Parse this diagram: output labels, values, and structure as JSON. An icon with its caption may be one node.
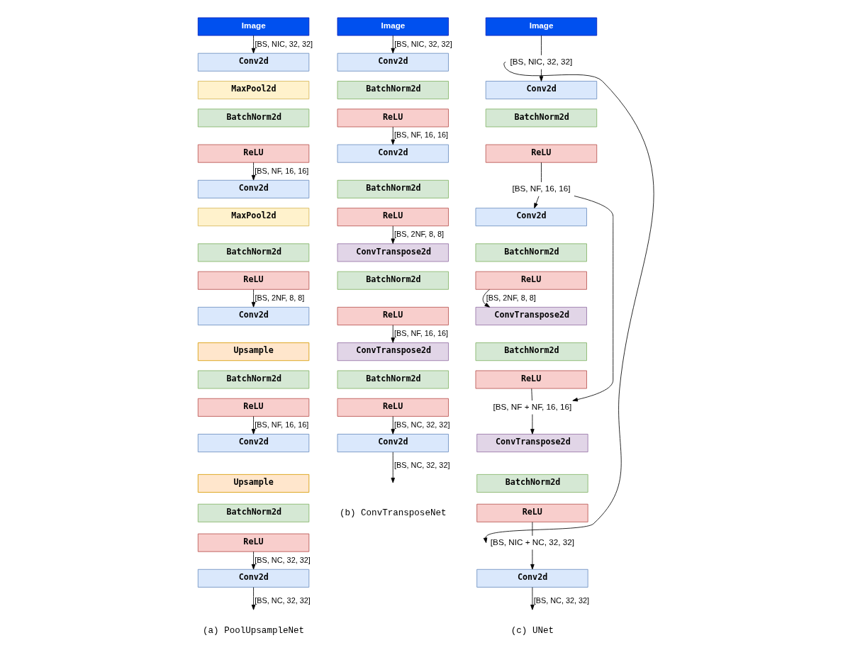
{
  "diagram": {
    "nodes": [
      {
        "text": [
          "Image"
        ]
      },
      {
        "text": [
          "Conv2d"
        ]
      },
      {
        "text": [
          "MaxPool2d"
        ]
      },
      {
        "text": [
          "BatchNorm2d"
        ]
      },
      {
        "text": [
          "ReLU"
        ]
      },
      {
        "text": [
          "Conv2d"
        ]
      },
      {
        "text": [
          "MaxPool2d"
        ]
      },
      {
        "text": [
          "BatchNorm2d"
        ]
      },
      {
        "text": [
          "ReLU"
        ]
      },
      {
        "text": [
          "Conv2d"
        ]
      },
      {
        "text": [
          "Upsample"
        ]
      },
      {
        "text": [
          "BatchNorm2d"
        ]
      },
      {
        "text": [
          "ReLU"
        ]
      },
      {
        "text": [
          "Conv2d"
        ]
      },
      {
        "text": [
          "Upsample"
        ]
      },
      {
        "text": [
          "BatchNorm2d"
        ]
      },
      {
        "text": [
          "ReLU"
        ]
      },
      {
        "text": [
          "Conv2d"
        ]
      },
      {
        "text": [
          "Image"
        ]
      },
      {
        "text": [
          "Conv2d"
        ]
      },
      {
        "text": [
          "BatchNorm2d"
        ]
      },
      {
        "text": [
          "ReLU"
        ]
      },
      {
        "text": [
          "Conv2d"
        ]
      },
      {
        "text": [
          "BatchNorm2d"
        ]
      },
      {
        "text": [
          "ReLU"
        ]
      },
      {
        "text": [
          "ConvTranspose2d"
        ]
      },
      {
        "text": [
          "BatchNorm2d"
        ]
      },
      {
        "text": [
          "ReLU"
        ]
      },
      {
        "text": [
          "ConvTranspose2d"
        ]
      },
      {
        "text": [
          "BatchNorm2d"
        ]
      },
      {
        "text": [
          "ReLU"
        ]
      },
      {
        "text": [
          "Conv2d"
        ]
      },
      {
        "text": [
          "Image"
        ]
      },
      {
        "text": [
          "[BS, NIC, 32, 32]"
        ]
      },
      {
        "text": [
          "Conv2d"
        ]
      },
      {
        "text": [
          "BatchNorm2d"
        ]
      },
      {
        "text": [
          "ReLU"
        ]
      },
      {
        "text": [
          "[BS, NF, 16, 16]"
        ]
      },
      {
        "text": [
          "Conv2d"
        ]
      },
      {
        "text": [
          "BatchNorm2d"
        ]
      },
      {
        "text": [
          "ReLU"
        ]
      },
      {
        "text": [
          "ConvTranspose2d"
        ]
      },
      {
        "text": [
          "BatchNorm2d"
        ]
      },
      {
        "text": [
          "ReLU"
        ]
      },
      {
        "text": [
          "[BS, NF + NF, 16, 16]"
        ]
      },
      {
        "text": [
          "ConvTranspose2d"
        ]
      },
      {
        "text": [
          "BatchNorm2d"
        ]
      },
      {
        "text": [
          "ReLU"
        ]
      },
      {
        "text": [
          "[BS, NIC + NC, 32, 32]"
        ]
      },
      {
        "text": [
          "Conv2d"
        ]
      }
    ],
    "edges": [
      {
        "from": 0,
        "to": 1,
        "arrow": "to",
        "label": "[BS, NIC, 32, 32]"
      },
      {
        "from": 4,
        "to": 5,
        "arrow": "to",
        "label": "[BS, NF, 16, 16]"
      },
      {
        "from": 8,
        "to": 9,
        "arrow": "to",
        "label": "[BS, 2NF, 8, 8]"
      },
      {
        "from": 12,
        "to": 13,
        "arrow": "to",
        "label": "[BS, NF, 16, 16]"
      },
      {
        "from": 16,
        "to": 17,
        "arrow": "to",
        "label": "[BS, NC, 32, 32]"
      },
      {
        "from": 17,
        "to": null,
        "arrow": "to",
        "label": "[BS, NC, 32, 32]"
      },
      {
        "from": 18,
        "to": 19,
        "arrow": "to",
        "label": "[BS, NIC, 32, 32]"
      },
      {
        "from": 21,
        "to": 22,
        "arrow": "to",
        "label": "[BS, NF, 16, 16]"
      },
      {
        "from": 24,
        "to": 25,
        "arrow": "to",
        "label": "[BS, 2NF, 8, 8]"
      },
      {
        "from": 27,
        "to": 28,
        "arrow": "to",
        "label": "[BS, NF, 16, 16]"
      },
      {
        "from": 30,
        "to": 31,
        "arrow": "to",
        "label": "[BS, NC, 32, 32]"
      },
      {
        "from": 31,
        "to": null,
        "arrow": "to",
        "label": "[BS, NC, 32, 32]"
      },
      {
        "from": 32,
        "to": 33,
        "arrow": "none"
      },
      {
        "from": 33,
        "to": 34,
        "arrow": "to"
      },
      {
        "from": 36,
        "to": 37,
        "arrow": "none"
      },
      {
        "from": 37,
        "to": 38,
        "arrow": "to"
      },
      {
        "from": 40,
        "to": 41,
        "arrow": "to",
        "label": "[BS, 2NF, 8, 8]"
      },
      {
        "from": 43,
        "to": 44,
        "arrow": "none"
      },
      {
        "from": 44,
        "to": 45,
        "arrow": "to"
      },
      {
        "from": 47,
        "to": 48,
        "arrow": "none"
      },
      {
        "from": 48,
        "to": 49,
        "arrow": "to"
      },
      {
        "from": 49,
        "to": null,
        "arrow": "to",
        "label": "[BS, NC, 32, 32]"
      },
      {
        "from": 33,
        "to": 48,
        "arrow": "to"
      },
      {
        "from": 37,
        "to": 44,
        "arrow": "to"
      }
    ],
    "labels": [
      "(a) PoolUpsampleNet",
      "(b) ConvTransposeNet",
      "(c) UNet"
    ]
  }
}
